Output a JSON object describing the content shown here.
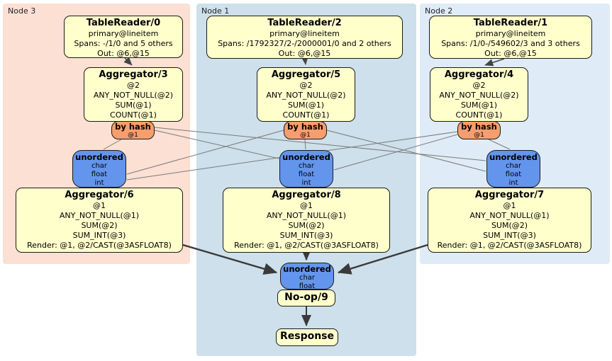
{
  "colors": {
    "node3_bg": "#fbe0d3",
    "node1_bg": "#cde0eb",
    "node2_bg": "#dfecf7",
    "processor_bg": "#ffffcc",
    "router_bg": "#f89e6e",
    "sync_bg": "#6495ed",
    "border": "#1a1a1a",
    "edge_thin": "#7a7a7a",
    "edge_mid": "#444444",
    "edge_dark": "#3a3a3a"
  },
  "groups": [
    {
      "label": "Node 3"
    },
    {
      "label": "Node 1"
    },
    {
      "label": "Node 2"
    }
  ],
  "processors": {
    "tr0": {
      "title": "TableReader/0",
      "lines": [
        "primary@lineitem",
        "Spans: -/1/0 and 5 others",
        "Out: @6,@15"
      ]
    },
    "tr2": {
      "title": "TableReader/2",
      "lines": [
        "primary@lineitem",
        "Spans: /1792327/2-/2000001/0 and 2 others",
        "Out: @6,@15"
      ]
    },
    "tr1": {
      "title": "TableReader/1",
      "lines": [
        "primary@lineitem",
        "Spans: /1/0-/549602/3 and 3 others",
        "Out: @6,@15"
      ]
    },
    "agg3": {
      "title": "Aggregator/3",
      "lines": [
        "@2",
        "ANY_NOT_NULL(@2)",
        "SUM(@1)",
        "COUNT(@1)"
      ]
    },
    "agg5": {
      "title": "Aggregator/5",
      "lines": [
        "@2",
        "ANY_NOT_NULL(@2)",
        "SUM(@1)",
        "COUNT(@1)"
      ]
    },
    "agg4": {
      "title": "Aggregator/4",
      "lines": [
        "@2",
        "ANY_NOT_NULL(@2)",
        "SUM(@1)",
        "COUNT(@1)"
      ]
    },
    "agg6": {
      "title": "Aggregator/6",
      "lines": [
        "@1",
        "ANY_NOT_NULL(@1)",
        "SUM(@2)",
        "SUM_INT(@3)",
        "Render: @1, @2/CAST(@3ASFLOAT8)"
      ]
    },
    "agg8": {
      "title": "Aggregator/8",
      "lines": [
        "@1",
        "ANY_NOT_NULL(@1)",
        "SUM(@2)",
        "SUM_INT(@3)",
        "Render: @1, @2/CAST(@3ASFLOAT8)"
      ]
    },
    "agg7": {
      "title": "Aggregator/7",
      "lines": [
        "@1",
        "ANY_NOT_NULL(@1)",
        "SUM(@2)",
        "SUM_INT(@3)",
        "Render: @1, @2/CAST(@3ASFLOAT8)"
      ]
    },
    "noop": {
      "title": "No-op/9"
    },
    "response": {
      "title": "Response"
    }
  },
  "router": {
    "title": "by hash",
    "detail": "@1"
  },
  "syncs": {
    "stage": {
      "title": "unordered",
      "types": [
        "char",
        "float",
        "int"
      ]
    },
    "final": {
      "title": "unordered",
      "types": [
        "char",
        "float"
      ]
    }
  }
}
